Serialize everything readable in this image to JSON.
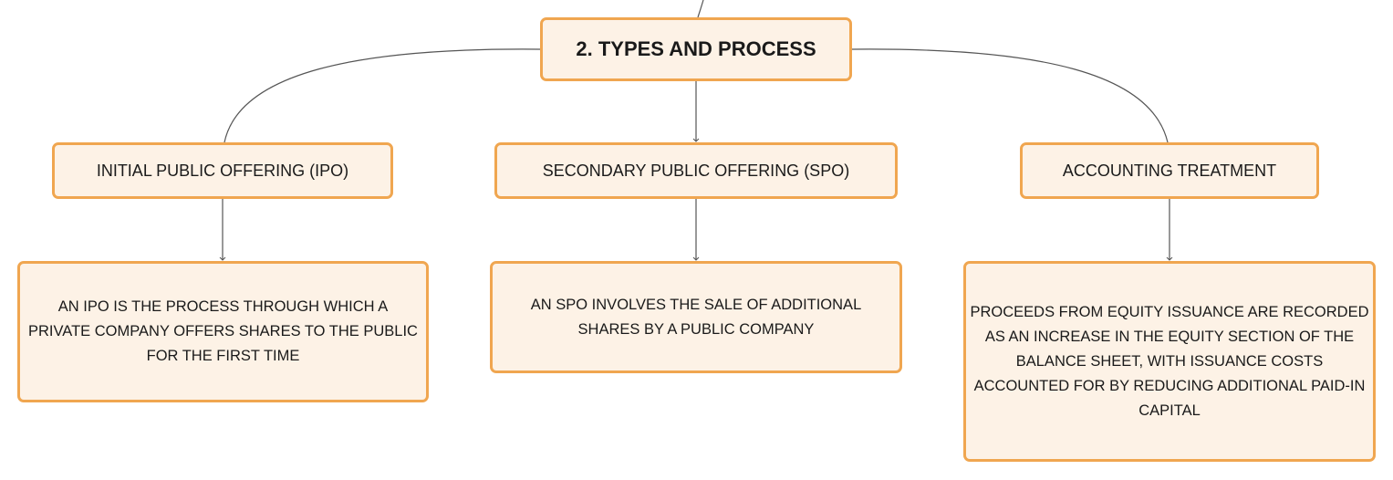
{
  "diagram": {
    "root": {
      "label": "2. TYPES AND PROCESS"
    },
    "categories": [
      {
        "label": "INITIAL PUBLIC OFFERING (IPO)",
        "description": "AN IPO IS THE PROCESS THROUGH WHICH A PRIVATE COMPANY OFFERS SHARES TO THE PUBLIC FOR THE FIRST TIME"
      },
      {
        "label": "SECONDARY PUBLIC OFFERING (SPO)",
        "description": "AN SPO INVOLVES THE SALE OF ADDITIONAL SHARES BY A PUBLIC COMPANY"
      },
      {
        "label": "ACCOUNTING TREATMENT",
        "description": "PROCEEDS FROM EQUITY ISSUANCE ARE RECORDED AS AN INCREASE IN THE EQUITY SECTION OF THE BALANCE SHEET, WITH ISSUANCE COSTS ACCOUNTED FOR BY REDUCING ADDITIONAL PAID-IN CAPITAL"
      }
    ],
    "colors": {
      "node_fill": "#fdf2e6",
      "node_border": "#f0a650",
      "connector": "#555555"
    }
  }
}
